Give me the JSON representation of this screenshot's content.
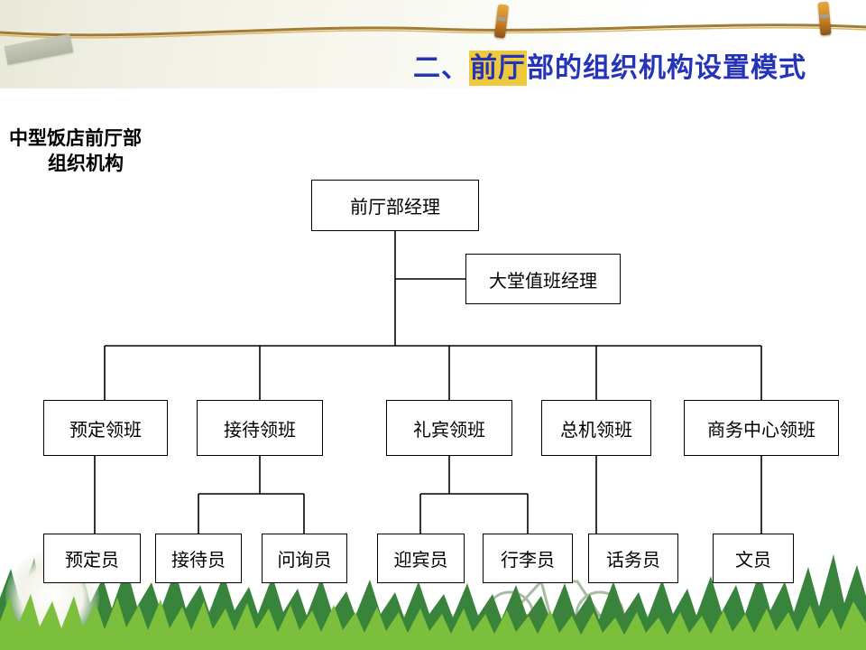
{
  "slide": {
    "title_prefix": "二、",
    "title_highlight": "前厅",
    "title_suffix": "部的组织机构设置模式",
    "side_label_line1": "中型饭店前厅部",
    "side_label_line2": "组织机构"
  },
  "org_chart": {
    "root": {
      "label": "前厅部经理"
    },
    "assistant": {
      "label": "大堂值班经理"
    },
    "supervisors": [
      {
        "label": "预定领班"
      },
      {
        "label": "接待领班"
      },
      {
        "label": "礼宾领班"
      },
      {
        "label": "总机领班"
      },
      {
        "label": "商务中心领班"
      }
    ],
    "staff": [
      {
        "label": "预定员"
      },
      {
        "label": "接待员"
      },
      {
        "label": "问询员"
      },
      {
        "label": "迎宾员"
      },
      {
        "label": "行李员"
      },
      {
        "label": "话务员"
      },
      {
        "label": "文员"
      }
    ]
  },
  "colors": {
    "title_blue": "#2433b8",
    "highlight_yellow": "#eec93e",
    "connector_black": "#000000",
    "grass_dark": "#2e7d32",
    "grass_light": "#7cbf3c",
    "rope_brown": "#a27c34"
  }
}
